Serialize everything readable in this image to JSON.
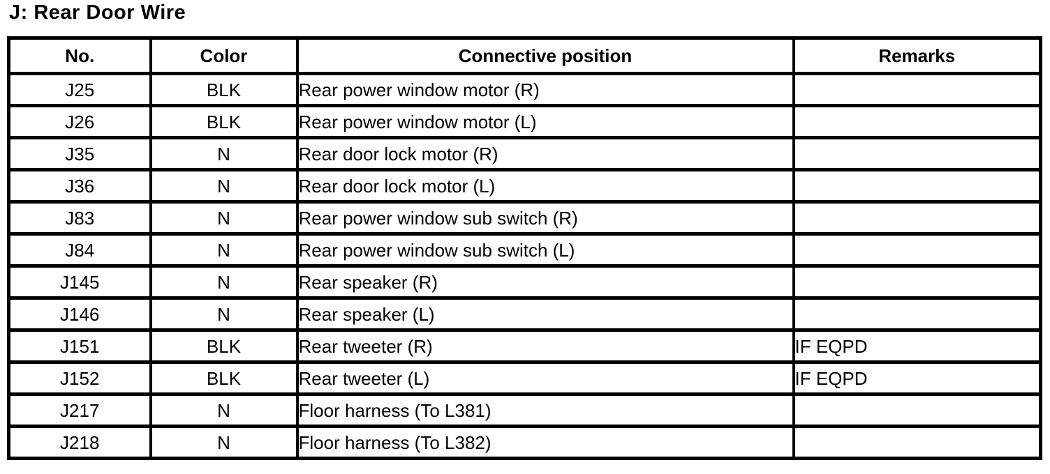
{
  "title": "J: Rear Door Wire",
  "table": {
    "headers": [
      "No.",
      "Color",
      "Connective position",
      "Remarks"
    ],
    "rows": [
      [
        "J25",
        "BLK",
        "Rear power window motor (R)",
        ""
      ],
      [
        "J26",
        "BLK",
        "Rear power window motor (L)",
        ""
      ],
      [
        "J35",
        "N",
        "Rear door lock motor (R)",
        ""
      ],
      [
        "J36",
        "N",
        "Rear door lock motor (L)",
        ""
      ],
      [
        "J83",
        "N",
        "Rear power window sub switch (R)",
        ""
      ],
      [
        "J84",
        "N",
        "Rear power window sub switch (L)",
        ""
      ],
      [
        "J145",
        "N",
        "Rear speaker (R)",
        ""
      ],
      [
        "J146",
        "N",
        "Rear speaker (L)",
        ""
      ],
      [
        "J151",
        "BLK",
        "Rear tweeter (R)",
        "IF EQPD"
      ],
      [
        "J152",
        "BLK",
        "Rear tweeter (L)",
        "IF EQPD"
      ],
      [
        "J217",
        "N",
        "Floor harness (To L381)",
        ""
      ],
      [
        "J218",
        "N",
        "Floor harness (To L382)",
        ""
      ]
    ]
  },
  "colors": {
    "ink": "#000000",
    "paper": "#ffffff"
  }
}
